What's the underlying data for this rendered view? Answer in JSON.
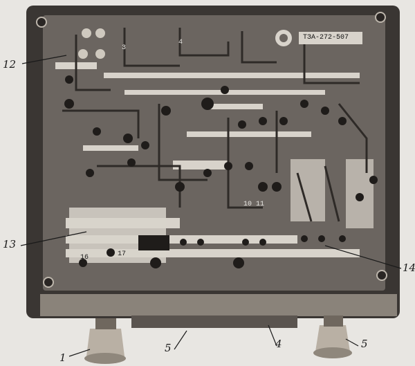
{
  "photo": {
    "plate_code": "ТЗА-272-507",
    "callouts": [
      {
        "id": "12",
        "text": "12"
      },
      {
        "id": "13",
        "text": "13"
      },
      {
        "id": "14",
        "text": "14"
      },
      {
        "id": "1",
        "text": "1"
      },
      {
        "id": "5a",
        "text": "5"
      },
      {
        "id": "4",
        "text": "4"
      },
      {
        "id": "5b",
        "text": "5"
      }
    ],
    "board_marks": [
      "3",
      "4",
      "10",
      "11",
      "16",
      "17"
    ],
    "colors": {
      "paper": "#e8e6e2",
      "chassis": "#3a3633",
      "board": "#6b6560",
      "trace": "#d8d3cb",
      "knob": "#b9b0a4"
    }
  }
}
